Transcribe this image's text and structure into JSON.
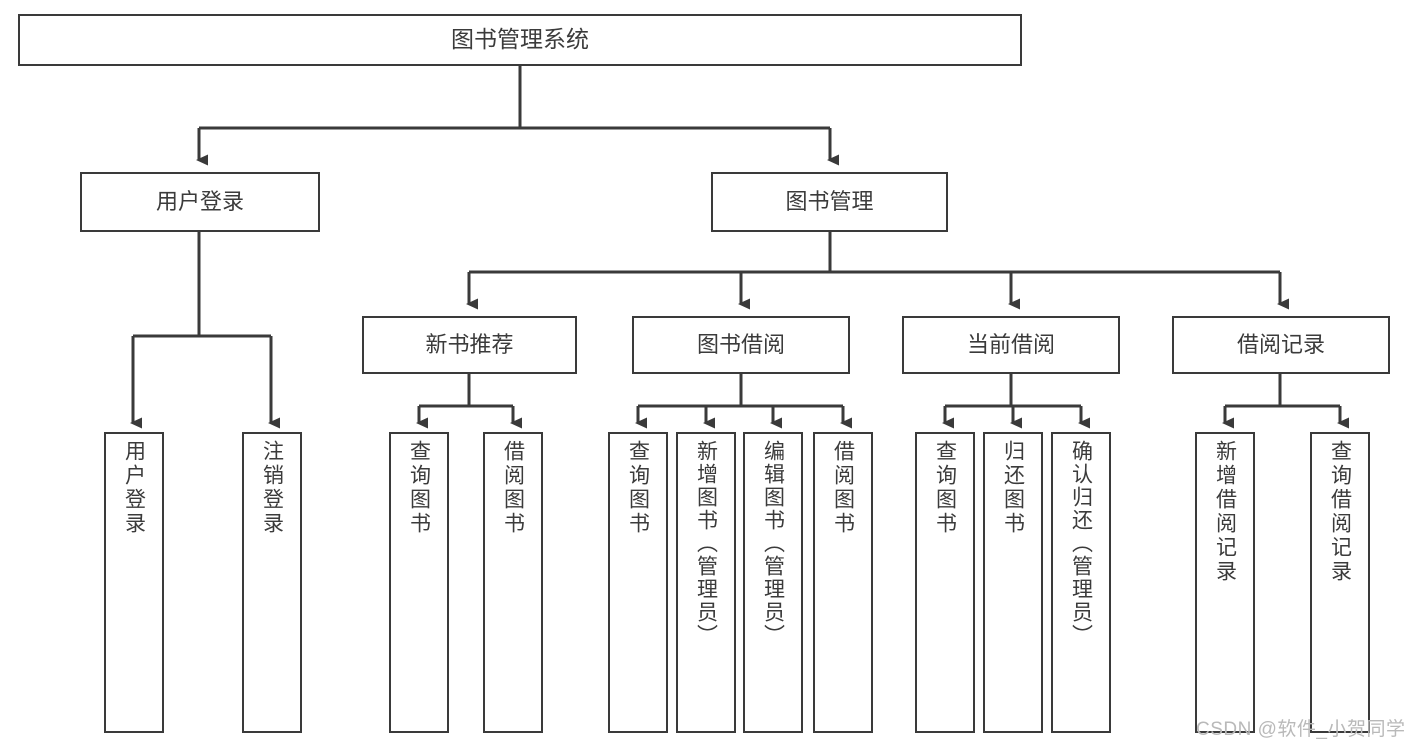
{
  "diagram": {
    "type": "tree-hierarchy",
    "title": "图书管理系统",
    "root": {
      "label": "图书管理系统"
    },
    "level1": [
      {
        "label": "用户登录"
      },
      {
        "label": "图书管理"
      }
    ],
    "level2": [
      {
        "label": "新书推荐",
        "parent": "图书管理"
      },
      {
        "label": "图书借阅",
        "parent": "图书管理"
      },
      {
        "label": "当前借阅",
        "parent": "图书管理"
      },
      {
        "label": "借阅记录",
        "parent": "图书管理"
      }
    ],
    "leaves": [
      {
        "label": "用户登录",
        "parent": "用户登录"
      },
      {
        "label": "注销登录",
        "parent": "用户登录"
      },
      {
        "label": "查询图书",
        "parent": "新书推荐"
      },
      {
        "label": "借阅图书",
        "parent": "新书推荐"
      },
      {
        "label": "查询图书",
        "parent": "图书借阅"
      },
      {
        "label": "新增图书（管理员）",
        "parent": "图书借阅"
      },
      {
        "label": "编辑图书（管理员）",
        "parent": "图书借阅"
      },
      {
        "label": "借阅图书",
        "parent": "图书借阅"
      },
      {
        "label": "查询图书",
        "parent": "当前借阅"
      },
      {
        "label": "归还图书",
        "parent": "当前借阅"
      },
      {
        "label": "确认归还（管理员）",
        "parent": "当前借阅"
      },
      {
        "label": "新增借阅记录",
        "parent": "借阅记录"
      },
      {
        "label": "查询借阅记录",
        "parent": "借阅记录"
      }
    ]
  },
  "watermark": {
    "text": "CSDN @软件_小贺同学"
  },
  "colors": {
    "stroke": "#3a3a3a",
    "text": "#3b3b3b",
    "background": "#ffffff",
    "watermark": "#b9b9b9"
  }
}
